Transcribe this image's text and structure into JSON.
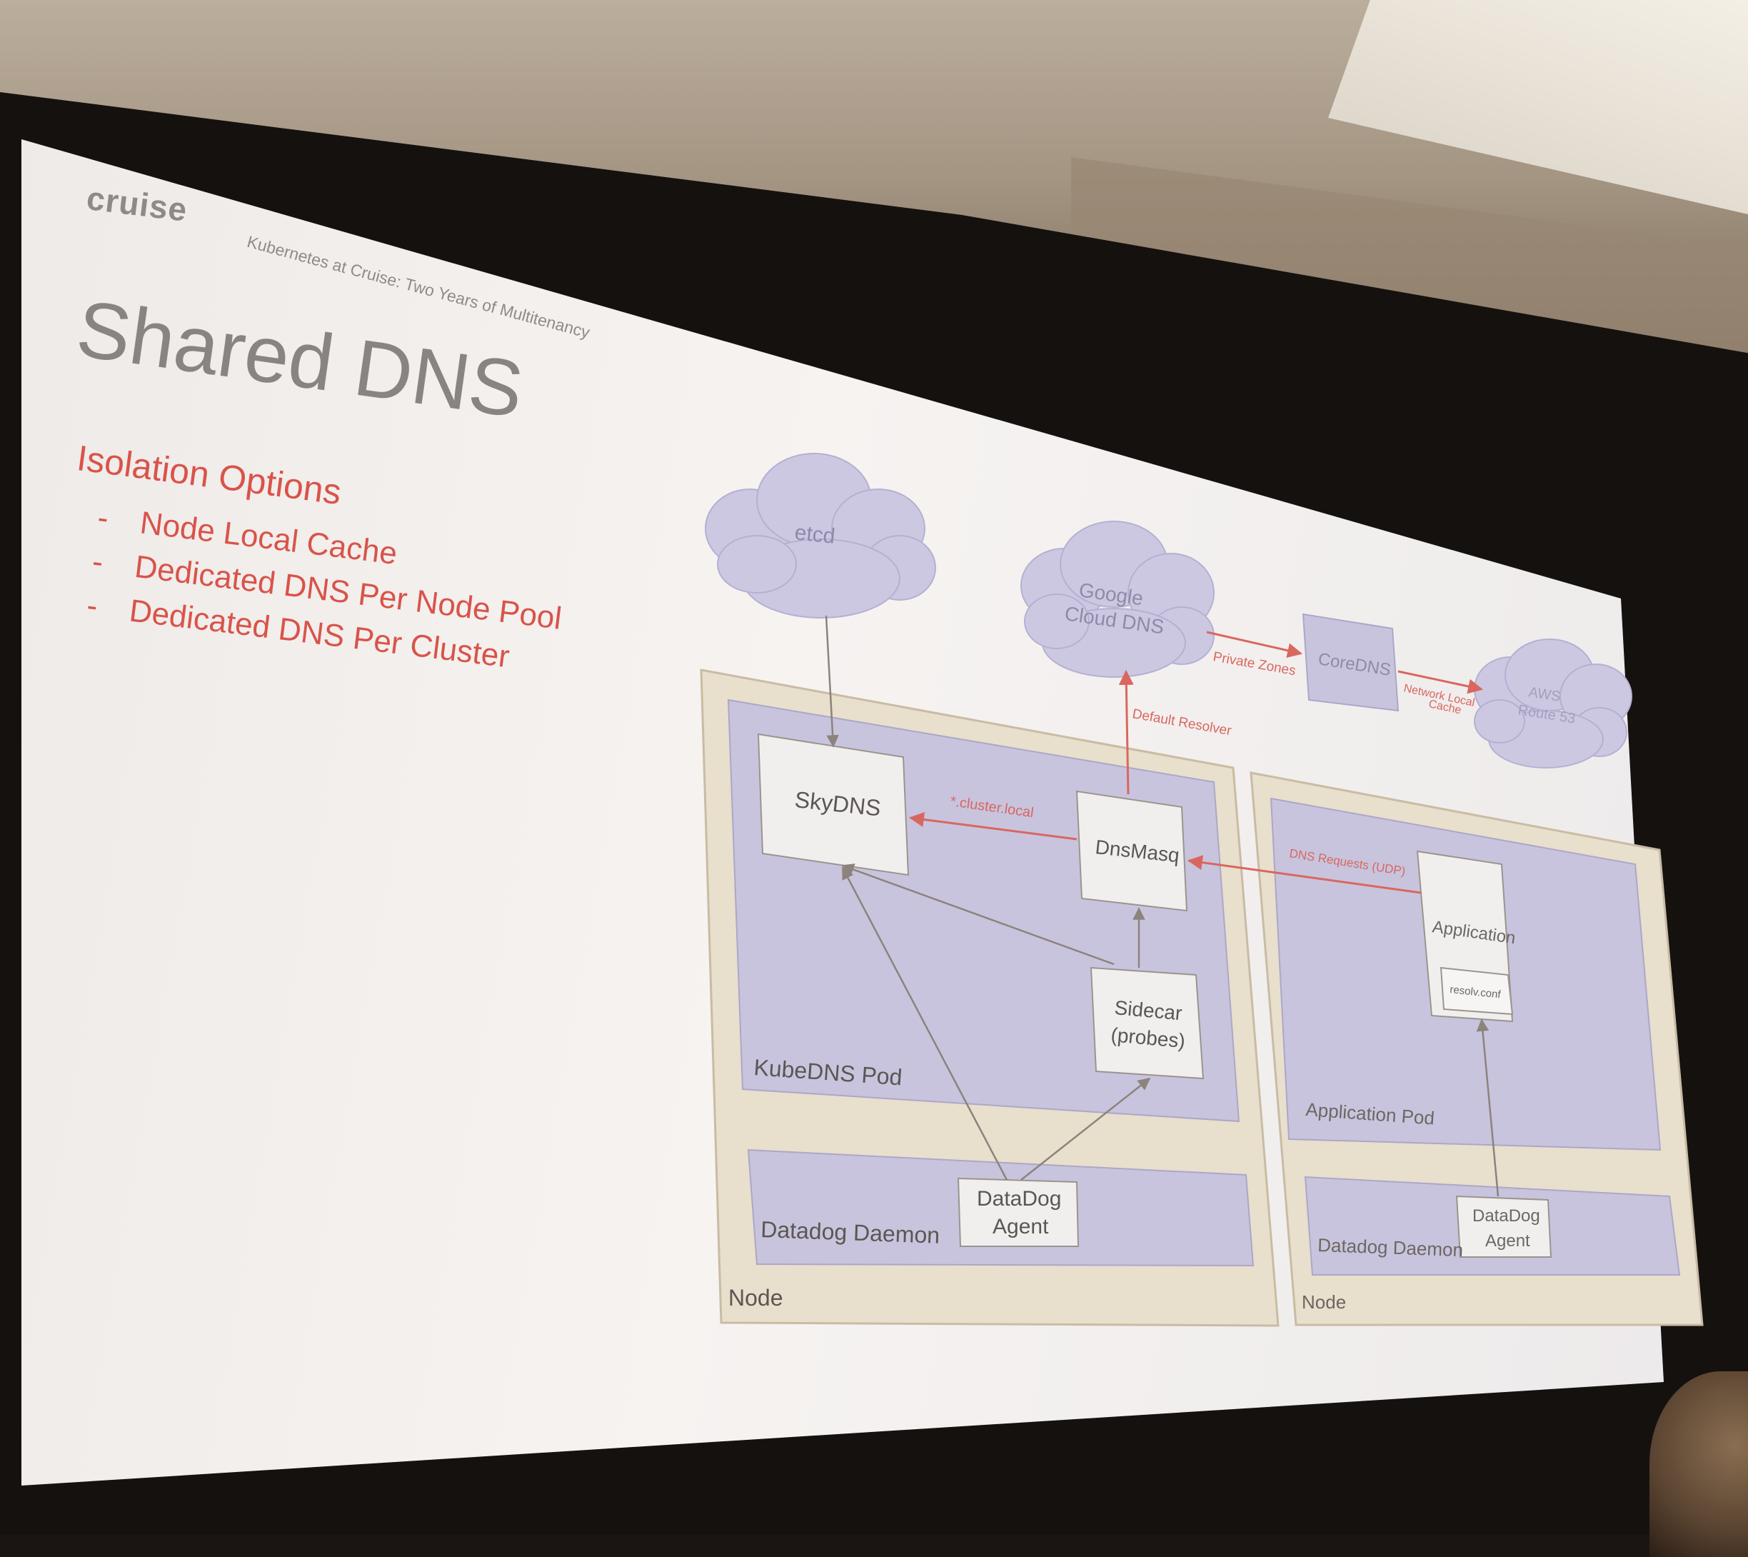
{
  "slide": {
    "logo": "cruise",
    "subtitle": "Kubernetes at Cruise: Two Years of Multitenancy",
    "title": "Shared DNS",
    "options_heading": "Isolation Options",
    "options": [
      "Node Local Cache",
      "Dedicated DNS Per Node Pool",
      "Dedicated DNS Per Cluster"
    ]
  },
  "diagram": {
    "etcd": "etcd",
    "google_cloud_dns_line1": "Google",
    "google_cloud_dns_line2": "Cloud DNS",
    "coredns": "CoreDNS",
    "aws_line1": "AWS",
    "aws_line2": "Route 53",
    "private_zones": "Private Zones",
    "network_local_cache_line1": "Network Local",
    "network_local_cache_line2": "Cache",
    "default_resolver": "Default Resolver",
    "skydns": "SkyDNS",
    "cluster_local": "*.cluster.local",
    "dnsmasq": "DnsMasq",
    "dns_requests": "DNS Requests (UDP)",
    "application": "Application",
    "resolv_conf": "resolv.conf",
    "sidecar_line1": "Sidecar",
    "sidecar_line2": "(probes)",
    "kubedns_pod": "KubeDNS Pod",
    "application_pod": "Application Pod",
    "datadog_daemon_left": "Datadog Daemon",
    "datadog_daemon_right": "Datadog Daemon",
    "datadog_agent_left_line1": "DataDog",
    "datadog_agent_left_line2": "Agent",
    "datadog_agent_right_line1": "DataDog",
    "datadog_agent_right_line2": "Agent",
    "node_left": "Node",
    "node_right": "Node"
  },
  "colors": {
    "node_fill": "#e8dfcc",
    "pod_fill": "#c8c4de",
    "cloud_fill": "#ccc8e2",
    "box_fill": "#f1efee",
    "arrow_red": "#d9675f",
    "arrow_gray": "#8c837c",
    "title_red": "#d9534a"
  }
}
